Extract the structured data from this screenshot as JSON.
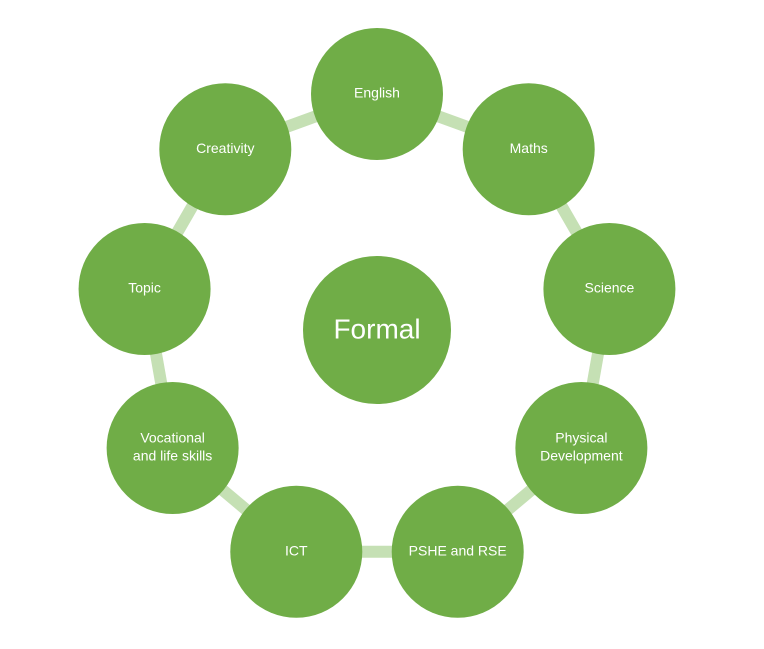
{
  "diagram": {
    "center": {
      "label": "Formal"
    },
    "nodes": [
      {
        "id": "english",
        "lines": [
          "English"
        ]
      },
      {
        "id": "maths",
        "lines": [
          "Maths"
        ]
      },
      {
        "id": "science",
        "lines": [
          "Science"
        ]
      },
      {
        "id": "physical-development",
        "lines": [
          "Physical",
          "Development"
        ]
      },
      {
        "id": "pshe-and-rse",
        "lines": [
          "PSHE and RSE"
        ]
      },
      {
        "id": "ict",
        "lines": [
          "ICT"
        ]
      },
      {
        "id": "vocational-and-life-skills",
        "lines": [
          "Vocational",
          "and life skills"
        ]
      },
      {
        "id": "topic",
        "lines": [
          "Topic"
        ]
      },
      {
        "id": "creativity",
        "lines": [
          "Creativity"
        ]
      }
    ],
    "colors": {
      "node_fill": "#70AD47",
      "connector": "#C5E0B4",
      "text": "#FFFFFF"
    }
  }
}
